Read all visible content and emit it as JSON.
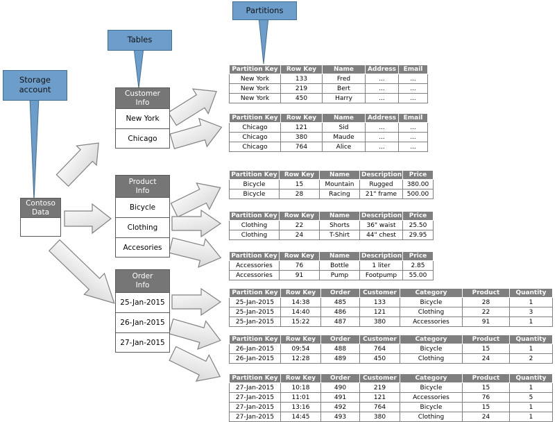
{
  "diagram": {
    "title": "Azure Storage partitioning example",
    "colors": {
      "callout_fill": "#6d9ecb",
      "callout_border": "#3f6d96",
      "entity_header_fill": "#767676",
      "entity_border": "#595959",
      "table_header_fill": "#7f7f7f",
      "table_border": "#7f7f7f",
      "arrow_fill": "#f2f2f2",
      "arrow_border": "#808080",
      "background": "#ffffff"
    }
  },
  "callouts": [
    {
      "id": "storage-account",
      "label": "Storage\naccount",
      "line1": "Storage",
      "line2": "account"
    },
    {
      "id": "tables",
      "label": "Tables",
      "line1": "Tables",
      "line2": ""
    },
    {
      "id": "partitions",
      "label": "Partitions",
      "line1": "Partitions",
      "line2": ""
    }
  ],
  "entities": [
    {
      "id": "contoso-data",
      "header_line1": "Contoso",
      "header_line2": "Data",
      "rows": [
        ""
      ]
    },
    {
      "id": "customer-info",
      "header_line1": "Customer",
      "header_line2": "Info",
      "rows": [
        "New York",
        "Chicago"
      ]
    },
    {
      "id": "product-info",
      "header_line1": "Product",
      "header_line2": "Info",
      "rows": [
        "Bicycle",
        "Clothing",
        "Accesories"
      ]
    },
    {
      "id": "order-info",
      "header_line1": "Order",
      "header_line2": "Info",
      "rows": [
        "25-Jan-2015",
        "26-Jan-2015",
        "27-Jan-2015"
      ]
    }
  ],
  "tables": [
    {
      "id": "partition-new-york",
      "columns": [
        "Partition Key",
        "Row Key",
        "Name",
        "Address",
        "Email"
      ],
      "rows": [
        [
          "New York",
          "133",
          "Fred",
          "...",
          "..."
        ],
        [
          "New York",
          "219",
          "Bert",
          "...",
          "..."
        ],
        [
          "New York",
          "450",
          "Harry",
          "...",
          "..."
        ]
      ]
    },
    {
      "id": "partition-chicago",
      "columns": [
        "Partition Key",
        "Row Key",
        "Name",
        "Address",
        "Email"
      ],
      "rows": [
        [
          "Chicago",
          "121",
          "Sid",
          "...",
          "..."
        ],
        [
          "Chicago",
          "380",
          "Maude",
          "...",
          "..."
        ],
        [
          "Chicago",
          "764",
          "Alice",
          "...",
          "..."
        ]
      ]
    },
    {
      "id": "partition-bicycle",
      "columns": [
        "Partition Key",
        "Row Key",
        "Name",
        "Description",
        "Price"
      ],
      "rows": [
        [
          "Bicycle",
          "15",
          "Mountain",
          "Rugged",
          "380.00"
        ],
        [
          "Bicycle",
          "28",
          "Racing",
          "21\" frame",
          "500.00"
        ]
      ]
    },
    {
      "id": "partition-clothing",
      "columns": [
        "Partition Key",
        "Row Key",
        "Name",
        "Description",
        "Price"
      ],
      "rows": [
        [
          "Clothing",
          "22",
          "Shorts",
          "36\" waist",
          "25.50"
        ],
        [
          "Clothing",
          "24",
          "T-Shirt",
          "44\" chest",
          "29.95"
        ]
      ]
    },
    {
      "id": "partition-accessories",
      "columns": [
        "Partition Key",
        "Row Key",
        "Name",
        "Description",
        "Price"
      ],
      "rows": [
        [
          "Accessories",
          "76",
          "Bottle",
          "1 liter",
          "2.85"
        ],
        [
          "Accessories",
          "91",
          "Pump",
          "Footpump",
          "55.00"
        ]
      ]
    },
    {
      "id": "partition-25-jan-2015",
      "columns": [
        "Partition Key",
        "Row Key",
        "Order",
        "Customer",
        "Category",
        "Product",
        "Quantity"
      ],
      "rows": [
        [
          "25-Jan-2015",
          "14:38",
          "485",
          "133",
          "Bicycle",
          "28",
          "1"
        ],
        [
          "25-Jan-2015",
          "14:40",
          "486",
          "121",
          "Clothing",
          "22",
          "3"
        ],
        [
          "25-Jan-2015",
          "15:22",
          "487",
          "380",
          "Accessories",
          "91",
          "1"
        ]
      ]
    },
    {
      "id": "partition-26-jan-2015",
      "columns": [
        "Partition Key",
        "Row Key",
        "Order",
        "Customer",
        "Category",
        "Product",
        "Quantity"
      ],
      "rows": [
        [
          "26-Jan-2015",
          "09:54",
          "488",
          "764",
          "Bicycle",
          "15",
          "1"
        ],
        [
          "26-Jan-2015",
          "12:28",
          "489",
          "450",
          "Clothing",
          "24",
          "2"
        ]
      ]
    },
    {
      "id": "partition-27-jan-2015",
      "columns": [
        "Partition Key",
        "Row Key",
        "Order",
        "Customer",
        "Category",
        "Product",
        "Quantity"
      ],
      "rows": [
        [
          "27-Jan-2015",
          "10:18",
          "490",
          "219",
          "Bicycle",
          "15",
          "1"
        ],
        [
          "27-Jan-2015",
          "11:01",
          "491",
          "121",
          "Accessories",
          "76",
          "5"
        ],
        [
          "27-Jan-2015",
          "13:16",
          "492",
          "764",
          "Bicycle",
          "15",
          "1"
        ],
        [
          "27-Jan-2015",
          "14:45",
          "493",
          "380",
          "Clothing",
          "24",
          "1"
        ]
      ]
    }
  ]
}
